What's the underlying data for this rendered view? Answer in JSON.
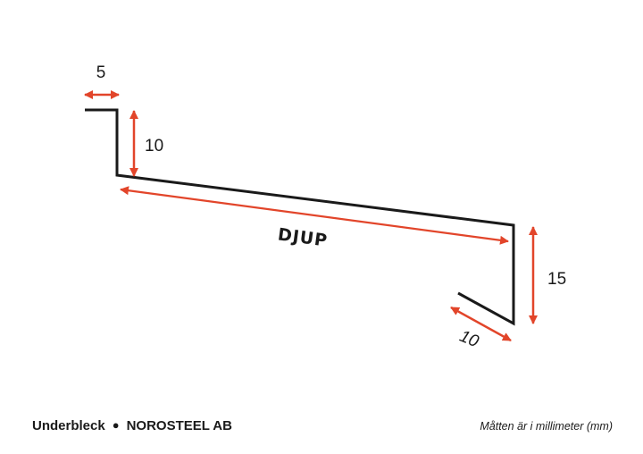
{
  "diagram": {
    "labels": {
      "top_flange": "5",
      "upper_drop": "10",
      "depth": "DJUP",
      "lower_drop": "15",
      "bottom_flange": "10"
    },
    "colors": {
      "profile": "#1a1a1a",
      "dimension_arrows": "#e2452a"
    }
  },
  "footer": {
    "product": "Underbleck",
    "separator": "●",
    "company": "NOROSTEEL AB",
    "note": "Måtten är i millimeter (mm)"
  }
}
